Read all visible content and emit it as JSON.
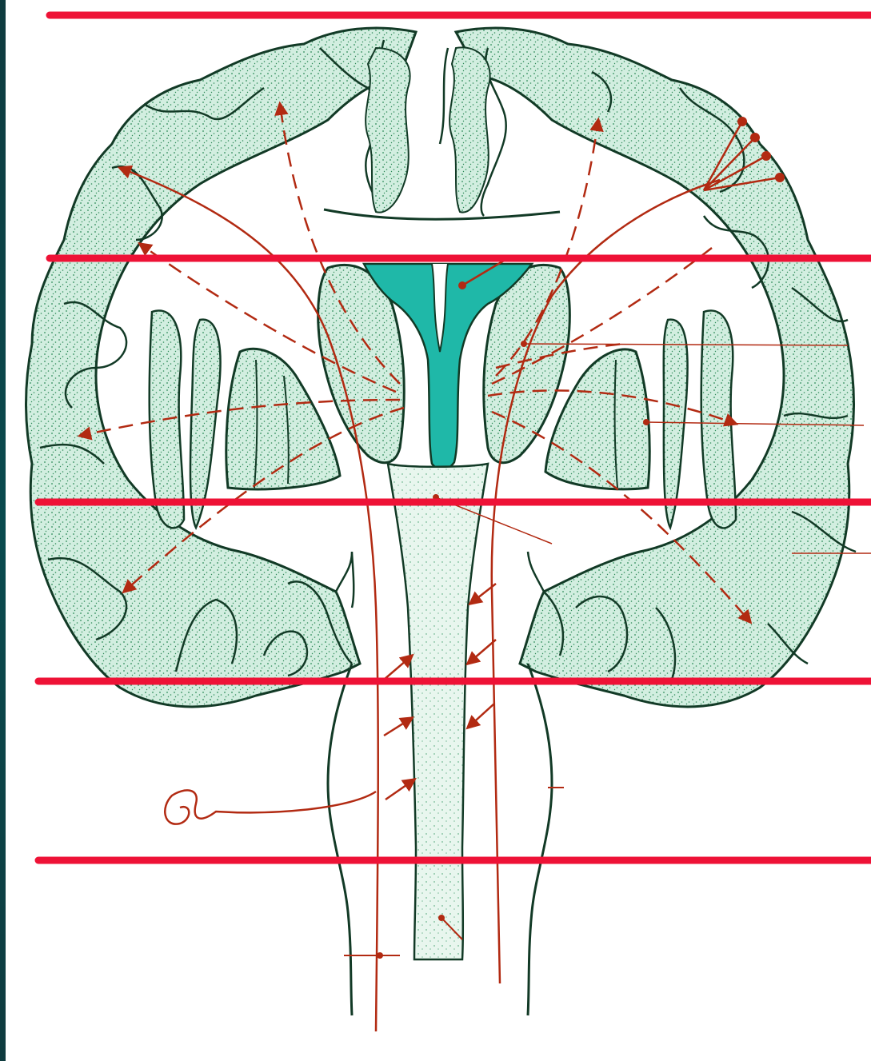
{
  "diagram": {
    "subject": "coronal-section-brain-with-ascending-pathways",
    "labels_visible": false,
    "colors": {
      "cortex_fill": "#d2eee0",
      "cortex_stipple": "#2e8a58",
      "outline": "#123a26",
      "ventricle": "#1fb8a8",
      "pathway": "#b22a12",
      "level_line": "#ee1236",
      "background": "#ffffff",
      "edge_strip": "#0c4246"
    },
    "level_lines_count": 5,
    "pathway_style": {
      "solid": "direct-sensory-tracts",
      "dashed": "thalamocortical-projections"
    }
  }
}
